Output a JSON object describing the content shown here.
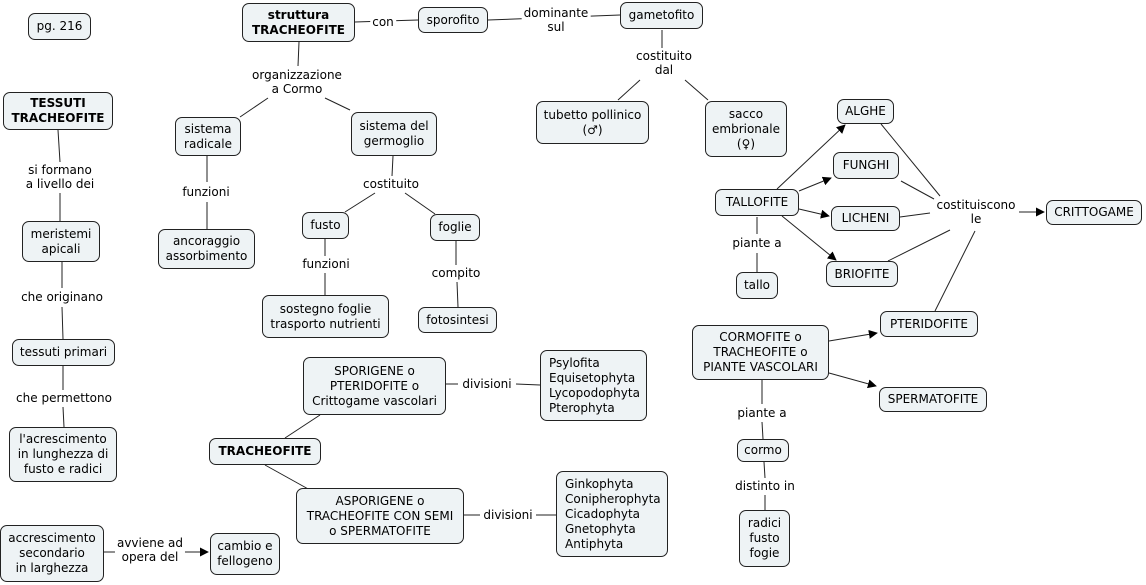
{
  "nodes": {
    "pg": "pg. 216",
    "struttura": "struttura\nTRACHEOFITE",
    "sporofito": "sporofito",
    "gametofito": "gametofito",
    "tubetto": "tubetto pollinico\n(♂)",
    "sacco": "sacco\nembrionale\n(♀)",
    "tessuti_tracheofite": "TESSUTI\nTRACHEOFITE",
    "sistema_radicale": "sistema\nradicale",
    "sistema_germoglio": "sistema del\ngermoglio",
    "meristemi": "meristemi\napicali",
    "ancoraggio": "ancoraggio\nassorbimento",
    "fusto": "fusto",
    "foglie": "foglie",
    "sostegno": "sostegno foglie\ntrasporto nutrienti",
    "fotosintesi": "fotosintesi",
    "tessuti_primari": "tessuti primari",
    "accrescimento_lungh": "l'acrescimento\nin lunghezza di\nfusto e radici",
    "accrescimento_sec": "accrescimento\nsecondario\nin larghezza",
    "cambio": "cambio e\nfellogeno",
    "sporigene": "SPORIGENE o\nPTERIDOFITE o\nCrittogame vascolari",
    "psylofita": "Psylofita\nEquisetophyta\nLycopodophyta\nPterophyta",
    "tracheofite": "TRACHEOFITE",
    "asporigene": "ASPORIGENE o\nTRACHEOFITE CON SEMI\no SPERMATOFITE",
    "ginkophyta": "Ginkophyta\nConipherophyta\nCicadophyta\nGnetophyta\nAntiphyta",
    "alghe": "ALGHE",
    "funghi": "FUNGHI",
    "tallofite": "TALLOFITE",
    "licheni": "LICHENI",
    "briofite": "BRIOFITE",
    "crittogame": "CRITTOGAME",
    "tallo": "tallo",
    "cormofite": "CORMOFITE o\nTRACHEOFITE o\nPIANTE VASCOLARI",
    "pteridofite": "PTERIDOFITE",
    "spermatofite": "SPERMATOFITE",
    "cormo": "cormo",
    "radici": "radici\nfusto\nfogie"
  },
  "labels": {
    "con": "con",
    "dominante": "dominante\nsul",
    "costituito_dal": "costituito\ndal",
    "organizzazione": "organizzazione\na Cormo",
    "si_formano": "si formano\na livello dei",
    "funzioni_1": "funzioni",
    "costituito": "costituito",
    "funzioni_2": "funzioni",
    "compito": "compito",
    "che_originano": "che originano",
    "che_permettono": "che permettono",
    "avviene": "avviene ad\nopera del",
    "divisioni_1": "divisioni",
    "divisioni_2": "divisioni",
    "costituiscono": "costituiscono\nle",
    "piante_a_1": "piante a",
    "piante_a_2": "piante a",
    "distinto": "distinto in"
  },
  "colors": {
    "node_fill": "#eef3f5",
    "line": "#222222"
  }
}
